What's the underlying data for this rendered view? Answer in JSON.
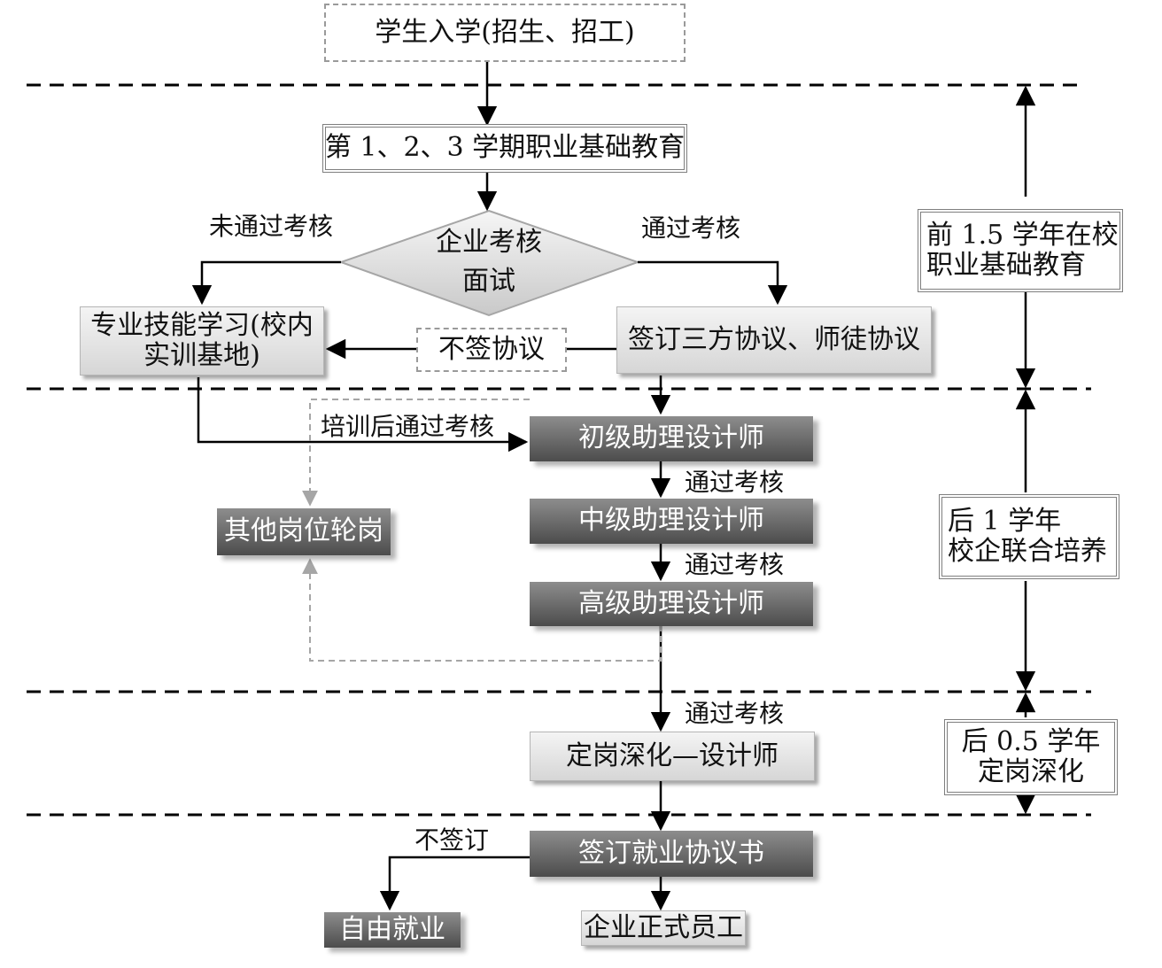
{
  "nodes": {
    "enroll": "学生入学(招生、招工)",
    "basic_edu": "第 1、2、3 学期职业基础教育",
    "exam_line1": "企业考核",
    "exam_line2": "面试",
    "skill_learning_line1": "专业技能学习(校内",
    "skill_learning_line2": "实训基地)",
    "no_sign": "不签协议",
    "sign_agreement": "签订三方协议、师徒协议",
    "junior_designer": "初级助理设计师",
    "middle_designer": "中级助理设计师",
    "senior_designer": "高级助理设计师",
    "rotation": "其他岗位轮岗",
    "fixed_post": "定岗深化—设计师",
    "sign_employment": "签订就业协议书",
    "free_employment": "自由就业",
    "formal_employee": "企业正式员工"
  },
  "labels": {
    "not_pass": "未通过考核",
    "pass": "通过考核",
    "train_pass": "培训后通过考核",
    "pass_1": "通过考核",
    "pass_2": "通过考核",
    "pass_3": "通过考核",
    "not_sign": "不签订"
  },
  "phases": {
    "phase1_line1": "前 1.5 学年在校",
    "phase1_line2": "职业基础教育",
    "phase2_line1": "后 1 学年",
    "phase2_line2": "校企联合培养",
    "phase3_line1": "后 0.5 学年",
    "phase3_line2": "定岗深化"
  },
  "colors": {
    "line": "#000000",
    "dashed_feedback": "#a6a6a6",
    "dark_box": "#5e5e5e",
    "light_box": "#e4e4e4"
  }
}
